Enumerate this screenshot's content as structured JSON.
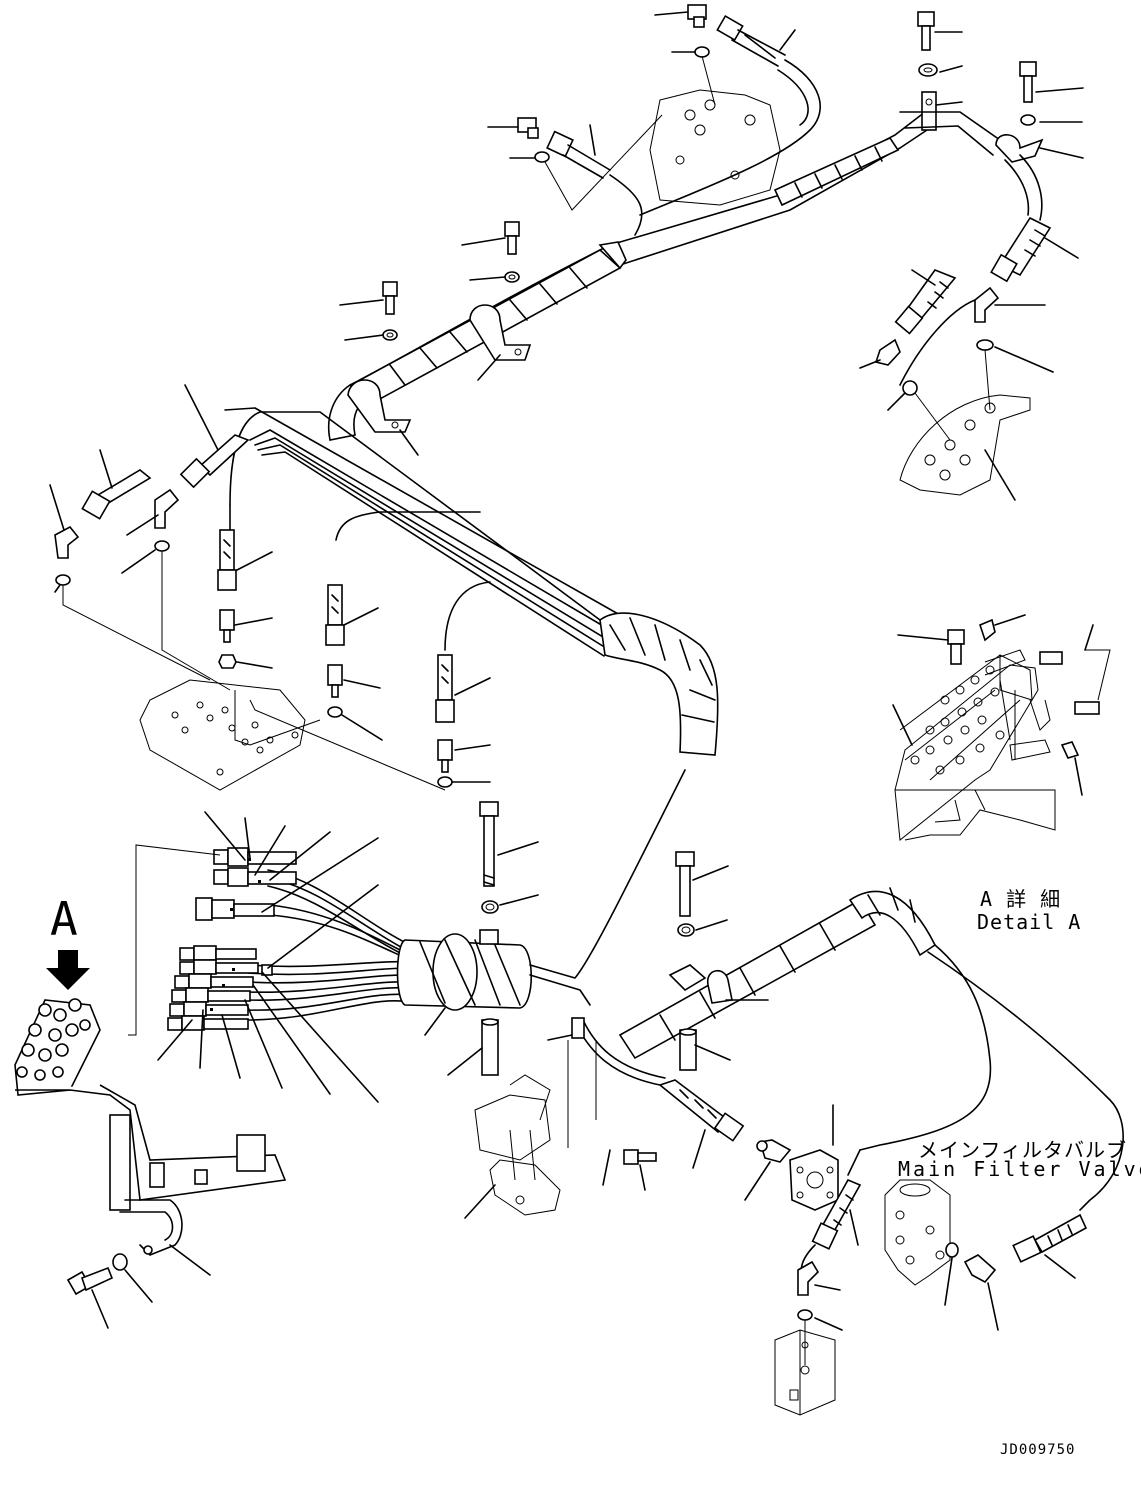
{
  "view_label": "A",
  "detail": {
    "jp": "A 詳 細",
    "en": "Detail A"
  },
  "main_filter_valve": {
    "jp": "メインフィルタバルブ",
    "en": "Main Filter Valve"
  },
  "drawing_id": "JD009750"
}
